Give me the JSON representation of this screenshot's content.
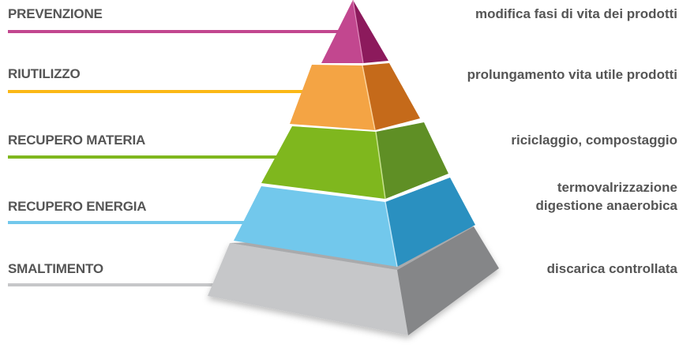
{
  "levels": [
    {
      "label": "PREVENZIONE",
      "description": [
        "modifica fasi di vita dei prodotti"
      ],
      "color": "#c2478f",
      "dark": "#8c1a5c",
      "line": "#c2478f"
    },
    {
      "label": "RIUTILIZZO",
      "description": [
        "prolungamento vita utile prodotti"
      ],
      "color": "#f4a444",
      "dark": "#c56a1a",
      "line": "#fbb816"
    },
    {
      "label": "RECUPERO MATERIA",
      "description": [
        "riciclaggio, compostaggio"
      ],
      "color": "#7fb71e",
      "dark": "#5f8f25",
      "line": "#7fb71e"
    },
    {
      "label": "RECUPERO ENERGIA",
      "description": [
        "termovalrizzazione",
        "digestione anaerobica"
      ],
      "color": "#72c8ec",
      "dark": "#2a90c0",
      "line": "#72c8ec"
    },
    {
      "label": "SMALTIMENTO",
      "description": [
        "discarica controllata"
      ],
      "color": "#c6c7c9",
      "dark": "#858688",
      "line": "#c6c7c9"
    }
  ]
}
